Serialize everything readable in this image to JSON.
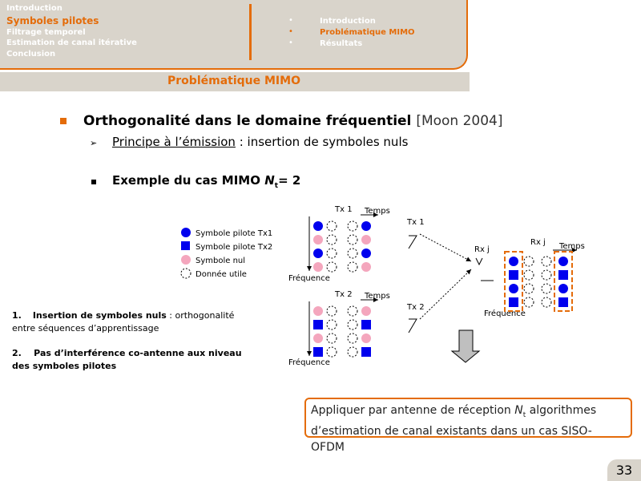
{
  "header": {
    "nav_items": [
      {
        "label": "Introduction",
        "active": false
      },
      {
        "label": "Symboles pilotes",
        "active": true
      },
      {
        "label": "Filtrage temporel",
        "active": false
      },
      {
        "label": "Estimation de canal itérative",
        "active": false
      },
      {
        "label": "Conclusion",
        "active": false
      }
    ],
    "sections": [
      {
        "bullet": "•",
        "label": "Introduction",
        "active": false
      },
      {
        "bullet": "•",
        "label": "Problématique MIMO",
        "active": true
      },
      {
        "bullet": "•",
        "label": "Résultats",
        "active": false
      }
    ],
    "title": "Problématique MIMO"
  },
  "content": {
    "bullet1_main": "Orthogonalité dans le domaine fréquentiel",
    "bullet1_cite": "[Moon 2004]",
    "arrow_marker": "➢",
    "sub_bullet_underlined": "Principe à l’émission",
    "sub_bullet_rest": " : insertion de symboles nuls",
    "example_prefix": "Exemple du cas MIMO ",
    "example_var": "N",
    "example_sub": "t",
    "example_suffix": "= 2",
    "list1_num": "1.",
    "list1_bold": "Insertion de symboles nuls",
    "list1_rest": " : orthogonalité entre séquences d’apprentissage",
    "list2_num": "2.",
    "list2_bold": "Pas d’interférence co-antenne aux niveau des symboles pilotes",
    "note_text_1": "Appliquer par antenne de réception ",
    "note_var": "N",
    "note_sub": "t",
    "note_text_2": " algorithmes d’estimation de canal existants dans un cas SISO-OFDM"
  },
  "diagram": {
    "legend": [
      "Symbole pilote Tx1",
      "Symbole pilote Tx2",
      "Symbole nul",
      "Donnée utile"
    ],
    "tx1_label": "Tx 1",
    "tx2_label": "Tx 2",
    "rx_label": "Rx j",
    "time_label": "Temps",
    "freq_label": "Fréquence",
    "colors": {
      "pilot": "#0000ee",
      "null": "#f4a6bd",
      "accent": "#e46c0a"
    }
  },
  "page_number": "33"
}
